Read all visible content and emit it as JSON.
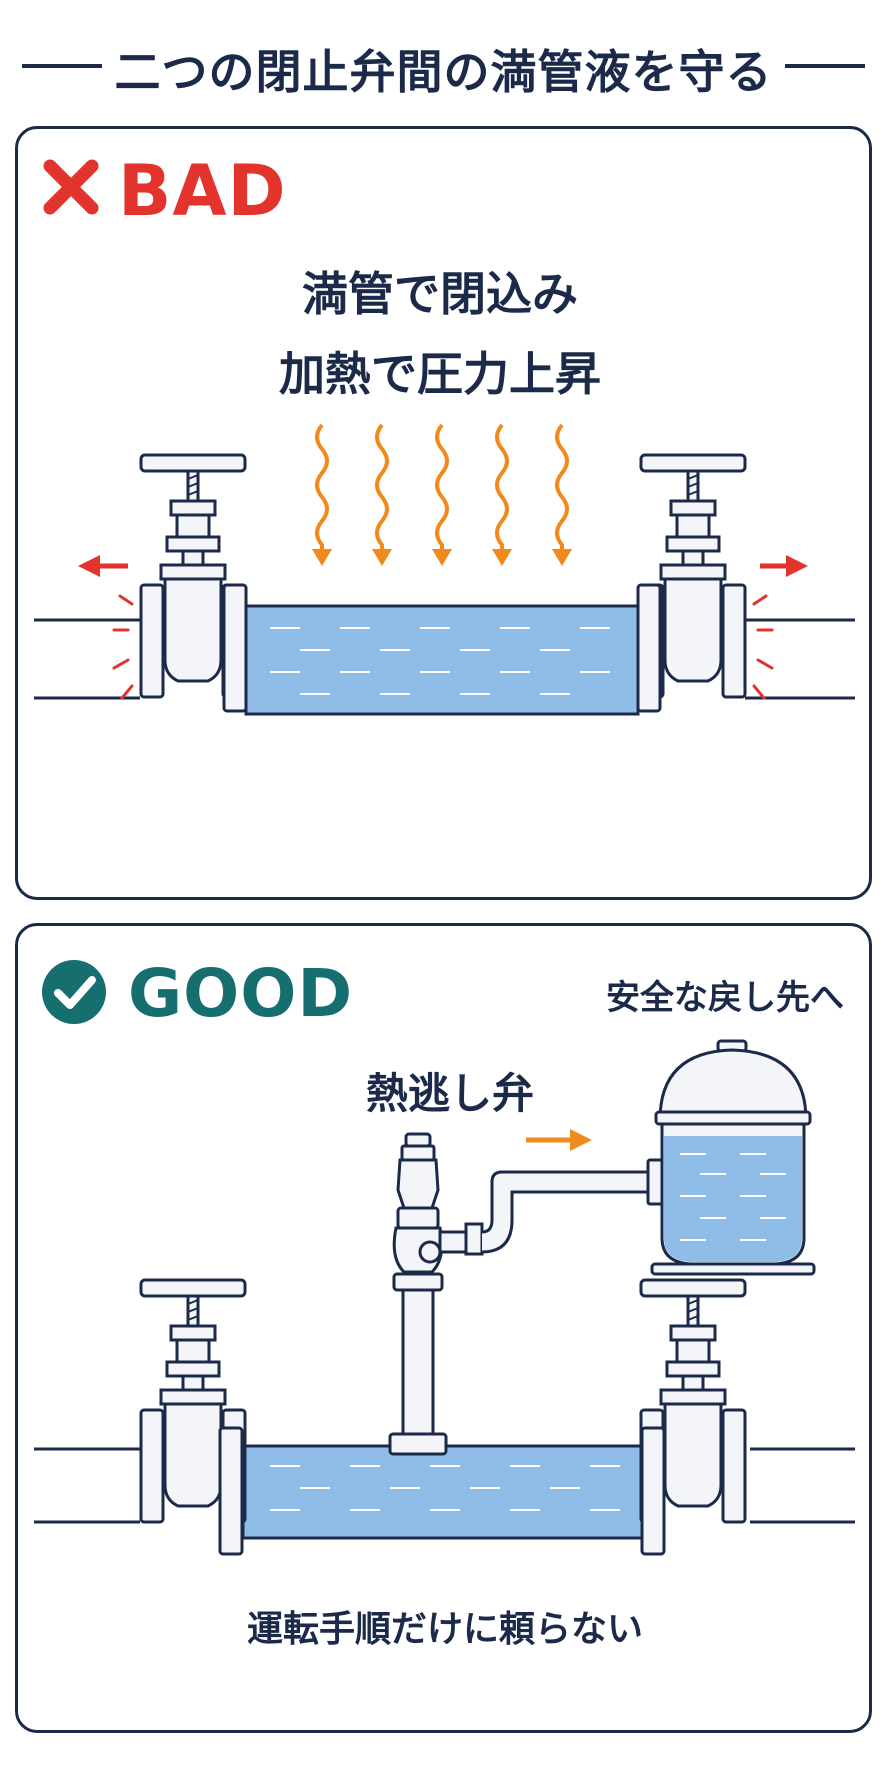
{
  "title": "二つの閉止弁間の満管液を守る",
  "bad": {
    "label": "BAD",
    "caption_line1": "満管で閉込み",
    "caption_line2": "加熱で圧力上昇"
  },
  "good": {
    "label": "GOOD",
    "return_caption": "安全な戻し先へ",
    "valve_caption": "熱逃し弁",
    "bottom_caption": "運転手順だけに頼らない"
  },
  "colors": {
    "navy": "#1c2a4a",
    "bad_red": "#e2342d",
    "good_teal": "#176e6e",
    "heat_orange": "#f08a1c",
    "liquid_blue": "#8fbde8"
  },
  "icons": {
    "bad": "cross-icon",
    "good": "check-circle-icon"
  }
}
